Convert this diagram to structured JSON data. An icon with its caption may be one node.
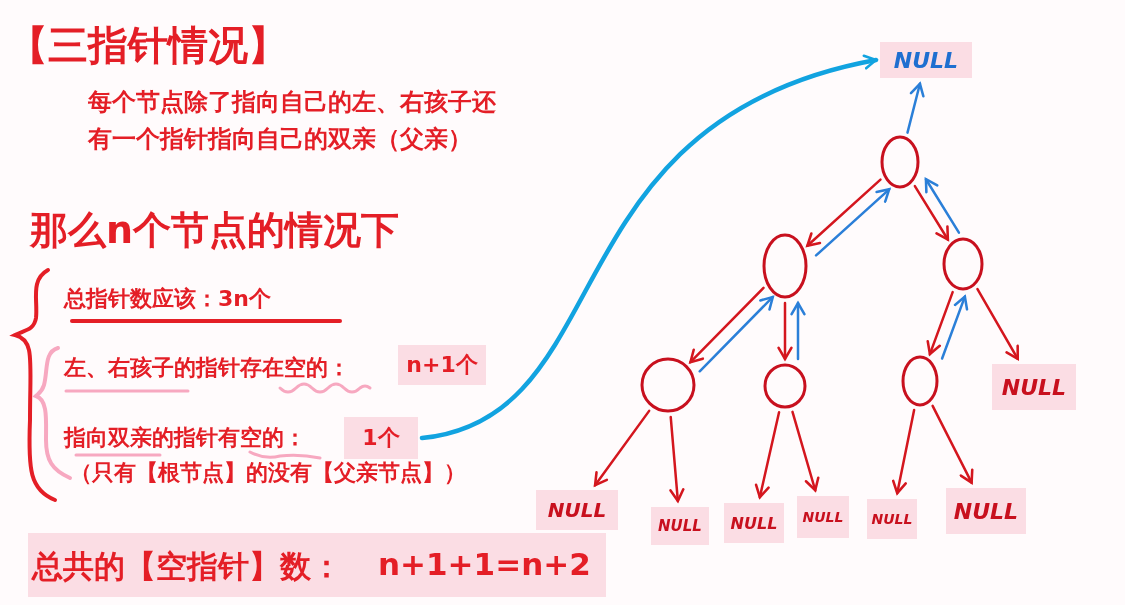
{
  "diagram": {
    "title": "【三指针情况】",
    "nodes": [
      {
        "text": [
          "NULL"
        ]
      },
      {
        "text": [],
        "shape": "circle"
      },
      {
        "text": [],
        "shape": "circle"
      },
      {
        "text": [],
        "shape": "circle"
      },
      {
        "text": [],
        "shape": "circle"
      },
      {
        "text": [],
        "shape": "circle"
      },
      {
        "text": [],
        "shape": "circle"
      },
      {
        "text": [
          "NULL"
        ]
      },
      {
        "text": [
          "NULL"
        ]
      },
      {
        "text": [
          "NULL"
        ]
      },
      {
        "text": [
          "NULL"
        ]
      },
      {
        "text": [
          "NULL"
        ]
      },
      {
        "text": [
          "NULL"
        ]
      },
      {
        "text": [
          "NULL"
        ]
      },
      {
        "text": [
          "1个"
        ]
      },
      {
        "text": [
          "n+1个"
        ]
      }
    ],
    "edges": [
      {
        "from": 1,
        "to": 2,
        "arrow": "to"
      },
      {
        "from": 1,
        "to": 3,
        "arrow": "to"
      },
      {
        "from": 2,
        "to": 4,
        "arrow": "to"
      },
      {
        "from": 2,
        "to": 5,
        "arrow": "to"
      },
      {
        "from": 3,
        "to": 6,
        "arrow": "to"
      },
      {
        "from": 3,
        "to": 7,
        "arrow": "to"
      },
      {
        "from": 4,
        "to": 8,
        "arrow": "to"
      },
      {
        "from": 4,
        "to": 9,
        "arrow": "to"
      },
      {
        "from": 5,
        "to": 10,
        "arrow": "to"
      },
      {
        "from": 5,
        "to": 11,
        "arrow": "to"
      },
      {
        "from": 6,
        "to": 12,
        "arrow": "to"
      },
      {
        "from": 6,
        "to": 13,
        "arrow": "to"
      },
      {
        "from": 1,
        "to": 0,
        "arrow": "to",
        "color": "#2b7fd8"
      },
      {
        "from": 2,
        "to": 1,
        "arrow": "to",
        "color": "#2b7fd8"
      },
      {
        "from": 3,
        "to": 1,
        "arrow": "to",
        "color": "#2b7fd8"
      },
      {
        "from": 4,
        "to": 2,
        "arrow": "to",
        "color": "#2b7fd8"
      },
      {
        "from": 5,
        "to": 2,
        "arrow": "to",
        "color": "#2b7fd8"
      },
      {
        "from": 6,
        "to": 3,
        "arrow": "to",
        "color": "#2b7fd8"
      },
      {
        "from": 14,
        "to": 0,
        "arrow": "to",
        "style": "thick",
        "color": "#12a3e0"
      }
    ],
    "labels": [
      "每个节点除了指向自己的左、右孩子还有一个指针指向自己的双亲（父亲）",
      "那么n个节点的情况下",
      "总指针数应该：3n个",
      "左、右孩子的指针存在空的：",
      "指向双亲的指针有空的：",
      "（只有【根节点】的没有【父亲节点】）",
      "总共的【空指针】数：",
      "n+1+1=n+2"
    ]
  }
}
